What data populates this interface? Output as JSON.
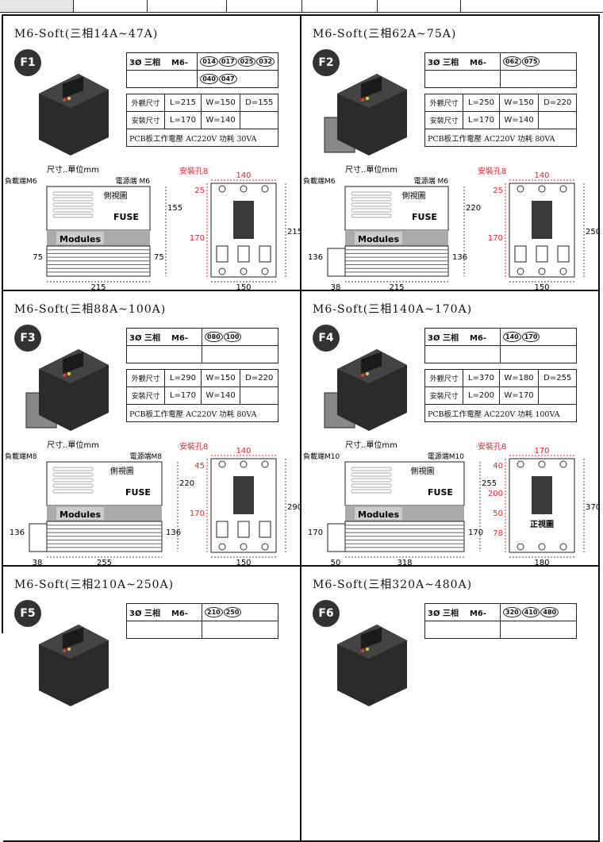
{
  "units_label": "尺寸..單位mm",
  "side_view_label": "側視圖",
  "front_view_label": "正視圖",
  "fuse_label": "FUSE",
  "modules_label": "Modules",
  "hole_label": "安裝孔8",
  "phase_label": "3Ø 三相",
  "model_prefix": "M6-",
  "outer_dim_label": "外觀尺寸",
  "mount_dim_label": "安裝尺寸",
  "panels": [
    {
      "badge": "F1",
      "title": "M6-Soft(三相14A~47A)",
      "codes": [
        "014",
        "017",
        "025",
        "032"
      ],
      "codes2": [
        "040",
        "047"
      ],
      "outer": [
        "L=215",
        "W=150",
        "D=155"
      ],
      "mount": [
        "L=170",
        "W=140"
      ],
      "pcb": "PCB板工作電壓 AC220V 功耗 30VA",
      "load": "負載端M6",
      "power": "電源端 M6",
      "left_h": "75",
      "right_h": "75",
      "total_h": "155",
      "width": "215",
      "base": "",
      "front": {
        "top_w": "140",
        "dims": [
          "25",
          "170"
        ],
        "total": "215",
        "bottom_w": "150"
      }
    },
    {
      "badge": "F2",
      "title": "M6-Soft(三相62A~75A)",
      "codes": [
        "062",
        "075"
      ],
      "codes2": [],
      "outer": [
        "L=250",
        "W=150",
        "D=220"
      ],
      "mount": [
        "L=170",
        "W=140"
      ],
      "pcb": "PCB板工作電壓 AC220V 功耗 80VA",
      "load": "負載端M6",
      "power": "電源端 M6",
      "left_h": "136",
      "right_h": "136",
      "total_h": "220",
      "width": "215",
      "base": "38",
      "front": {
        "top_w": "140",
        "dims": [
          "25",
          "170"
        ],
        "total": "250",
        "bottom_w": "150"
      }
    },
    {
      "badge": "F3",
      "title": "M6-Soft(三相88A~100A)",
      "codes": [
        "080",
        "100"
      ],
      "codes2": [],
      "outer": [
        "L=290",
        "W=150",
        "D=220"
      ],
      "mount": [
        "L=170",
        "W=140"
      ],
      "pcb": "PCB板工作電壓 AC220V 功耗 80VA",
      "load": "負載端M8",
      "power": "電源端M8",
      "left_h": "136",
      "right_h": "136",
      "total_h": "220",
      "width": "255",
      "base": "38",
      "front": {
        "top_w": "140",
        "dims": [
          "45",
          "170"
        ],
        "total": "290",
        "bottom_w": "150"
      }
    },
    {
      "badge": "F4",
      "title": "M6-Soft(三相140A~170A)",
      "codes": [
        "140",
        "170"
      ],
      "codes2": [],
      "outer": [
        "L=370",
        "W=180",
        "D=255"
      ],
      "mount": [
        "L=200",
        "W=170"
      ],
      "pcb": "PCB板工作電壓 AC220V 功耗 100VA",
      "load": "負載端M10",
      "power": "電源端M10",
      "left_h": "170",
      "right_h": "170",
      "total_h": "255",
      "width": "318",
      "base": "50",
      "front": {
        "top_w": "170",
        "dims": [
          "40",
          "200",
          "50",
          "78"
        ],
        "total": "370",
        "bottom_w": "180"
      },
      "front_view": true
    },
    {
      "badge": "F5",
      "title": "M6-Soft(三相210A~250A)",
      "codes": [
        "210",
        "250"
      ],
      "codes2": []
    },
    {
      "badge": "F6",
      "title": "M6-Soft(三相320A~480A)",
      "codes": [
        "320",
        "410",
        "480"
      ],
      "codes2": []
    }
  ],
  "colors": {
    "dim_red": "#e0242a",
    "badge": "#333333"
  }
}
